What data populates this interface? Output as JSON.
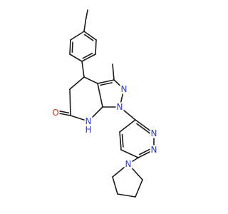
{
  "molecule": {
    "colors": {
      "bond": "#1a1a1a",
      "nitrogen": "#2f3ec8",
      "oxygen": "#e0261b"
    },
    "atoms": {
      "oxygen": "O",
      "nh_n": "N",
      "nh_h": "H",
      "n1": "N",
      "n2": "N",
      "pyridazine_n1": "N",
      "pyridazine_n2": "N",
      "pyrrolidine_n": "N"
    }
  }
}
